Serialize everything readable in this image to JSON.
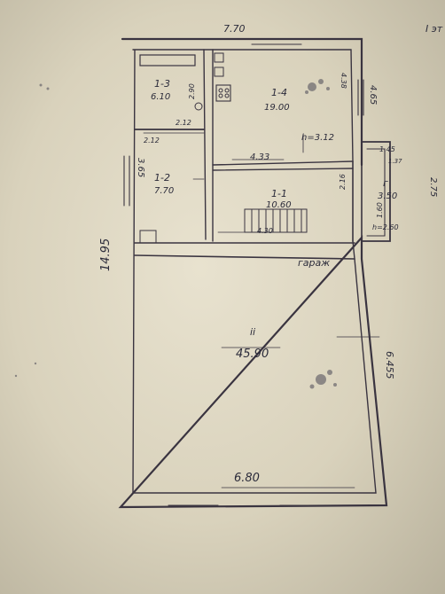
{
  "header": {
    "corner_text": "I эт"
  },
  "rooms": [
    {
      "id": "1-3",
      "number": "1-3",
      "area": "6.10"
    },
    {
      "id": "1-4",
      "number": "1-4",
      "area": "19.00"
    },
    {
      "id": "1-2",
      "number": "1-2",
      "area": "7.70"
    },
    {
      "id": "1-1",
      "number": "1-1",
      "area": "10.60"
    },
    {
      "id": "g",
      "number": "г",
      "area": "3.50"
    },
    {
      "id": "ii",
      "number": "ii",
      "area": "45.90"
    }
  ],
  "room_labels": {
    "garage": "гараж"
  },
  "dimensions": {
    "top_width": "7.70",
    "bottom_width": "6.80",
    "left_height": "14.95",
    "right_upper": "4.65",
    "right_lower": "6.455",
    "room13_depth": "2.90",
    "room13_width": "2.12",
    "room12_width": "2.12",
    "room12_height": "3.65",
    "room14_height": "4.38",
    "mid_width": "4.33",
    "ceiling_top": "h=3.12",
    "room11_depth": "2.16",
    "lower_width": "4.30",
    "porch_width": "1.45",
    "porch_inner": "1.37",
    "porch_height": "2.75",
    "porch_ceiling": "h=2.60",
    "porch_side": "1.60"
  }
}
